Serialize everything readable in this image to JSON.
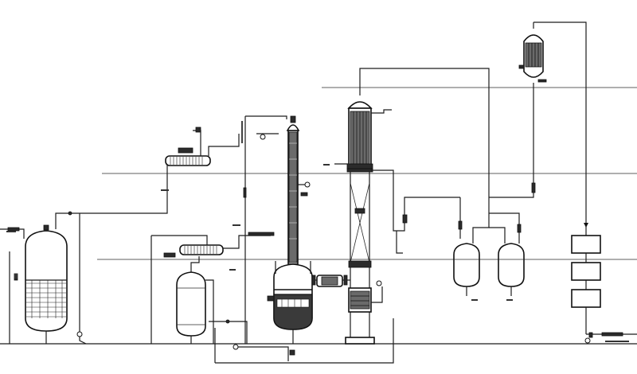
{
  "diagram": {
    "kind": "process-flow-diagram",
    "equipment": [
      {
        "id": "feed-storage-tank",
        "shape": "vertical-vessel-with-liquid-level"
      },
      {
        "id": "preheater-top",
        "shape": "horizontal-shell-and-tube-exchanger"
      },
      {
        "id": "preheater-middle",
        "shape": "horizontal-shell-and-tube-exchanger"
      },
      {
        "id": "intermediate-receiver",
        "shape": "vertical-vessel"
      },
      {
        "id": "reactor-kettle",
        "shape": "jacketed-reactor"
      },
      {
        "id": "packed-column",
        "shape": "tall-column"
      },
      {
        "id": "connecting-heater",
        "shape": "horizontal-exchanger"
      },
      {
        "id": "main-tower",
        "shape": "tall-column-with-condenser"
      },
      {
        "id": "top-condenser",
        "shape": "vertical-exchanger"
      },
      {
        "id": "receiver-1",
        "shape": "vertical-vessel"
      },
      {
        "id": "receiver-2",
        "shape": "vertical-vessel"
      },
      {
        "id": "product-units",
        "shape": "stacked-boxes"
      }
    ],
    "icons": [
      "valve-icon",
      "instrument-icon",
      "pump-icon"
    ]
  }
}
